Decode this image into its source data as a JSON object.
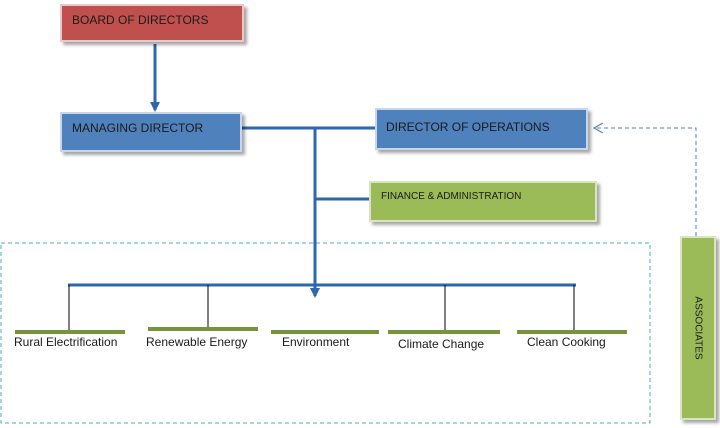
{
  "nodes": {
    "board": "BOARD OF DIRECTORS",
    "managing_director": "MANAGING DIRECTOR",
    "director_operations": "DIRECTOR OF OPERATIONS",
    "finance": "FINANCE & ADMINISTRATION",
    "associates": "ASSOCIATES"
  },
  "departments": [
    "Rural Electrification",
    "Renewable Energy",
    "Environment",
    "Climate Change",
    "Clean Cooking"
  ],
  "colors": {
    "board": "#c0504d",
    "director": "#4f81bd",
    "finance": "#9bbb59",
    "connector": "#2e66b0",
    "dashed": "#4bacc6",
    "leaf_bar": "#77933c"
  }
}
